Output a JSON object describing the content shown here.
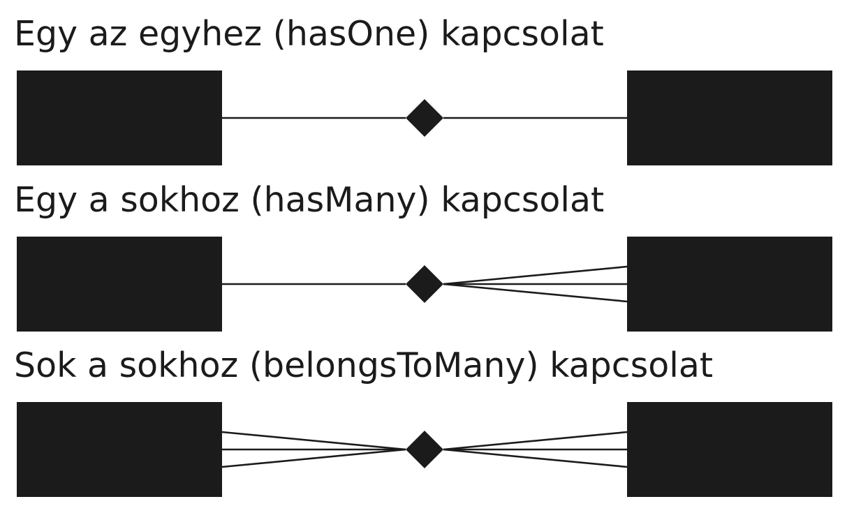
{
  "colors": {
    "ink": "#1b1b1b",
    "background": "#ffffff"
  },
  "relations": [
    {
      "title": "Egy az egyhez (hasOne) kapcsolat",
      "left_cardinality": "one",
      "right_cardinality": "one"
    },
    {
      "title": "Egy a sokhoz (hasMany) kapcsolat",
      "left_cardinality": "one",
      "right_cardinality": "many"
    },
    {
      "title": "Sok a sokhoz (belongsToMany) kapcsolat",
      "left_cardinality": "many",
      "right_cardinality": "many"
    }
  ]
}
